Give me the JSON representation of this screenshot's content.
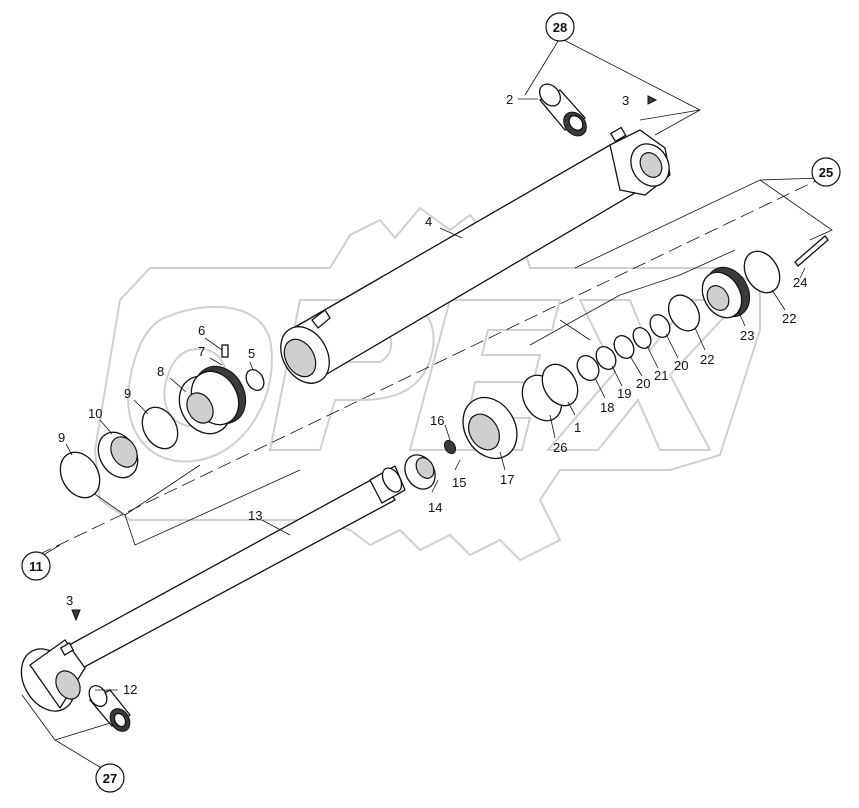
{
  "diagram": {
    "callouts": {
      "c28": "28",
      "c25": "25",
      "c11": "11",
      "c27": "27"
    },
    "labels": {
      "l1": "1",
      "l2": "2",
      "l3a": "3",
      "l3b": "3",
      "l4": "4",
      "l5": "5",
      "l6": "6",
      "l7": "7",
      "l8": "8",
      "l9a": "9",
      "l9b": "9",
      "l10": "10",
      "l12": "12",
      "l13": "13",
      "l14": "14",
      "l15": "15",
      "l16": "16",
      "l17": "17",
      "l18": "18",
      "l19": "19",
      "l20a": "20",
      "l20b": "20",
      "l21": "21",
      "l22a": "22",
      "l22b": "22",
      "l23": "23",
      "l24": "24",
      "l26": "26"
    },
    "watermark": "OPEX"
  }
}
